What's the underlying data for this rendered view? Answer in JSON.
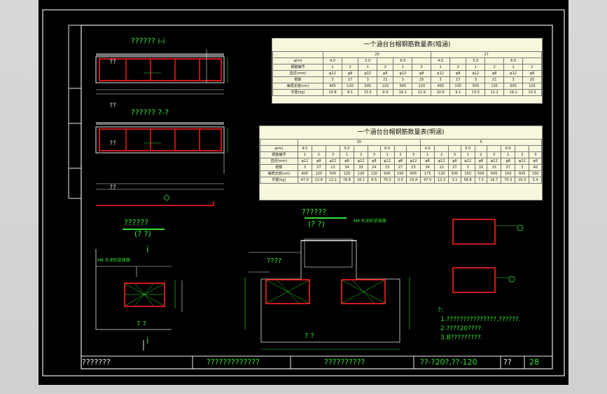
{
  "side_labels": [
    "??",
    "??",
    "??",
    "??"
  ],
  "section_titles": {
    "sec1": "?????? i-i",
    "sec2": "?????? ?-?",
    "sec3": "??????",
    "sec3_sub": "(? ?)",
    "sec4": "??????",
    "sec4_sub": "(? ?)"
  },
  "table1": {
    "title": "一个涵台台帽钢筋数量表(暗涵)",
    "group_headers": [
      "20",
      "27"
    ],
    "rows": [
      {
        "label": "φ(m)",
        "cells": [
          "4.0",
          "",
          "5.0",
          "",
          "6.0",
          "",
          "4.0",
          "",
          "5.0",
          "",
          "6.0",
          ""
        ]
      },
      {
        "label": "钢筋编号",
        "cells": [
          "1",
          "2",
          "1",
          "2",
          "1",
          "2",
          "1",
          "2",
          "1",
          "2",
          "1",
          "2"
        ]
      },
      {
        "label": "直径(mm)",
        "cells": [
          "φ12",
          "φ8",
          "φ12",
          "φ8",
          "φ12",
          "φ8",
          "φ12",
          "φ8",
          "φ12",
          "φ8",
          "φ12",
          "φ8"
        ]
      },
      {
        "label": "根数",
        "cells": [
          "3",
          "17",
          "3",
          "21",
          "3",
          "25",
          "3",
          "17",
          "3",
          "21",
          "3",
          "25"
        ]
      },
      {
        "label": "每根长度(cm)",
        "cells": [
          "405",
          "120",
          "505",
          "120",
          "605",
          "120",
          "405",
          "135",
          "505",
          "135",
          "605",
          "135"
        ]
      },
      {
        "label": "共重(kg)",
        "cells": [
          "10.8",
          "8.1",
          "13.5",
          "9.9",
          "16.1",
          "11.9",
          "10.8",
          "9.1",
          "13.5",
          "11.2",
          "16.1",
          "13.3"
        ]
      }
    ]
  },
  "table2": {
    "title": "一个涵台台帽钢筋数量表(明涵)",
    "group_headers": [
      "20",
      "5"
    ],
    "rows": [
      {
        "label": "φ(m)",
        "cells": [
          "4.0",
          "",
          "",
          "5.0",
          "",
          "",
          "6.0",
          "",
          "",
          "4.0",
          "",
          "",
          "5.0",
          "",
          "",
          "6.0",
          "",
          ""
        ]
      },
      {
        "label": "钢筋编号",
        "cells": [
          "1",
          "2",
          "3",
          "1",
          "2",
          "3",
          "1",
          "2",
          "3",
          "1",
          "2",
          "3",
          "1",
          "2",
          "3",
          "1",
          "2",
          "3"
        ]
      },
      {
        "label": "直径(mm)",
        "cells": [
          "φ12",
          "φ8",
          "φ12",
          "φ8",
          "φ12",
          "φ8",
          "φ12",
          "φ8",
          "φ12",
          "φ8",
          "φ12",
          "φ8",
          "φ12",
          "φ8",
          "φ12",
          "φ8",
          "φ12",
          "φ8"
        ]
      },
      {
        "label": "根数",
        "cells": [
          "3",
          "27",
          "13",
          "34",
          "33",
          "24",
          "13",
          "27",
          "23",
          "34",
          "13",
          "27",
          "3",
          "33",
          "13",
          "27",
          "3",
          "40"
        ]
      },
      {
        "label": "每根长度(cm)",
        "cells": [
          "405",
          "120",
          "505",
          "120",
          "120",
          "120",
          "605",
          "150",
          "605",
          "175",
          "120",
          "505",
          "150",
          "505",
          "505",
          "150",
          "605",
          "150"
        ]
      },
      {
        "label": "共重(kg)",
        "cells": [
          "47.0",
          "12.8",
          "12.1",
          "78.8",
          "16.1",
          "6.5",
          "70.3",
          "0.0",
          "19.4",
          "47.0",
          "12.3",
          "3.1",
          "58.8",
          "7.5",
          "16.7",
          "70.3",
          "20.3",
          "5.4"
        ]
      }
    ]
  },
  "annotations": {
    "a1": "????",
    "a2": "?  ?",
    "a3": "?  ?",
    "a4": "M8 水泥砂浆抹面",
    "a5": "M8 水泥砂浆抹面",
    "i_top": "i",
    "i_bottom": "i"
  },
  "notes": {
    "head": "?:",
    "lines": [
      "1.???????????????,??????.",
      "2.????20????.",
      "3.B?????????."
    ]
  },
  "title_block": {
    "cell1": "???????",
    "cell2": "?????????????",
    "cell3": "??????????",
    "cell4": "??-?20?,??-120",
    "cell5": "??",
    "cell6": "28"
  }
}
